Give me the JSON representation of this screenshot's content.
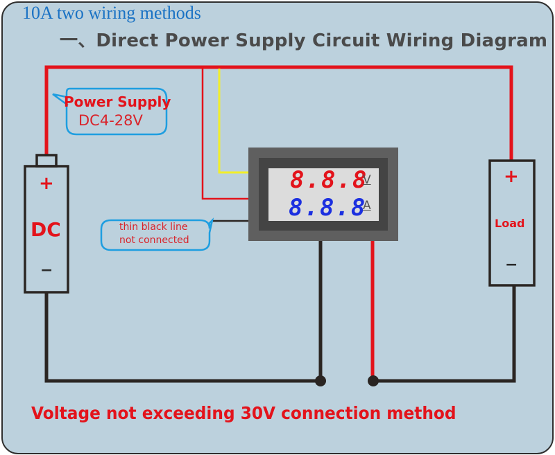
{
  "header": {
    "title": "10A two wiring methods",
    "subtitle": "一、Direct Power Supply Circuit Wiring Diagram"
  },
  "power_supply_callout": {
    "title": "Power Supply",
    "range": "DC4-28V"
  },
  "battery": {
    "plus": "+",
    "label": "DC",
    "minus": "−"
  },
  "meter": {
    "voltage_display": "8.8.8",
    "voltage_unit": "V",
    "current_display": "8.8.8",
    "current_unit": "A",
    "voltage_color": "#e3131b",
    "current_color": "#1b2fe0"
  },
  "note_callout": {
    "line1": "thin black line",
    "line2": "not connected"
  },
  "load": {
    "plus": "+",
    "label": "Load",
    "minus": "−"
  },
  "footer": {
    "text": "Voltage not exceeding 30V connection method"
  },
  "wire_colors": {
    "red": "#e3131b",
    "yellow": "#f2ee2a",
    "black": "#2a2522",
    "callout_border": "#1e9ee0"
  }
}
